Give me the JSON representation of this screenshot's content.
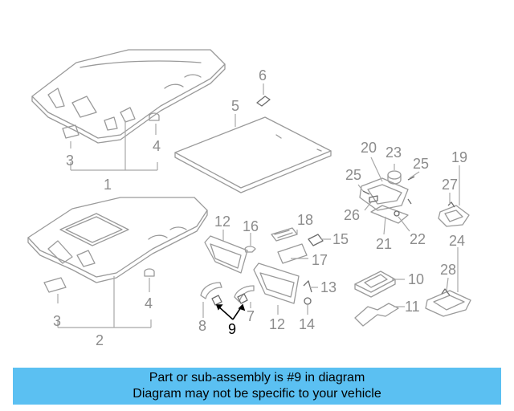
{
  "callouts": {
    "c1": "1",
    "c2": "2",
    "c3a": "3",
    "c3b": "3",
    "c4a": "4",
    "c4b": "4",
    "c5": "5",
    "c6": "6",
    "c7": "7",
    "c8": "8",
    "c9": "9",
    "c10": "10",
    "c11": "11",
    "c12a": "12",
    "c12b": "12",
    "c13": "13",
    "c14": "14",
    "c15": "15",
    "c16": "16",
    "c17": "17",
    "c18": "18",
    "c19": "19",
    "c20": "20",
    "c21": "21",
    "c22": "22",
    "c23": "23",
    "c24": "24",
    "c25a": "25",
    "c25b": "25",
    "c26": "26",
    "c27": "27",
    "c28": "28"
  },
  "highlight_part": "9",
  "colors": {
    "banner": "#5bc0f2",
    "highlight": "#000000",
    "lines": "#9a9a9a"
  },
  "banner": {
    "line1": "Part or sub-assembly is #9 in diagram",
    "line2": "Diagram may not be specific to your vehicle"
  }
}
